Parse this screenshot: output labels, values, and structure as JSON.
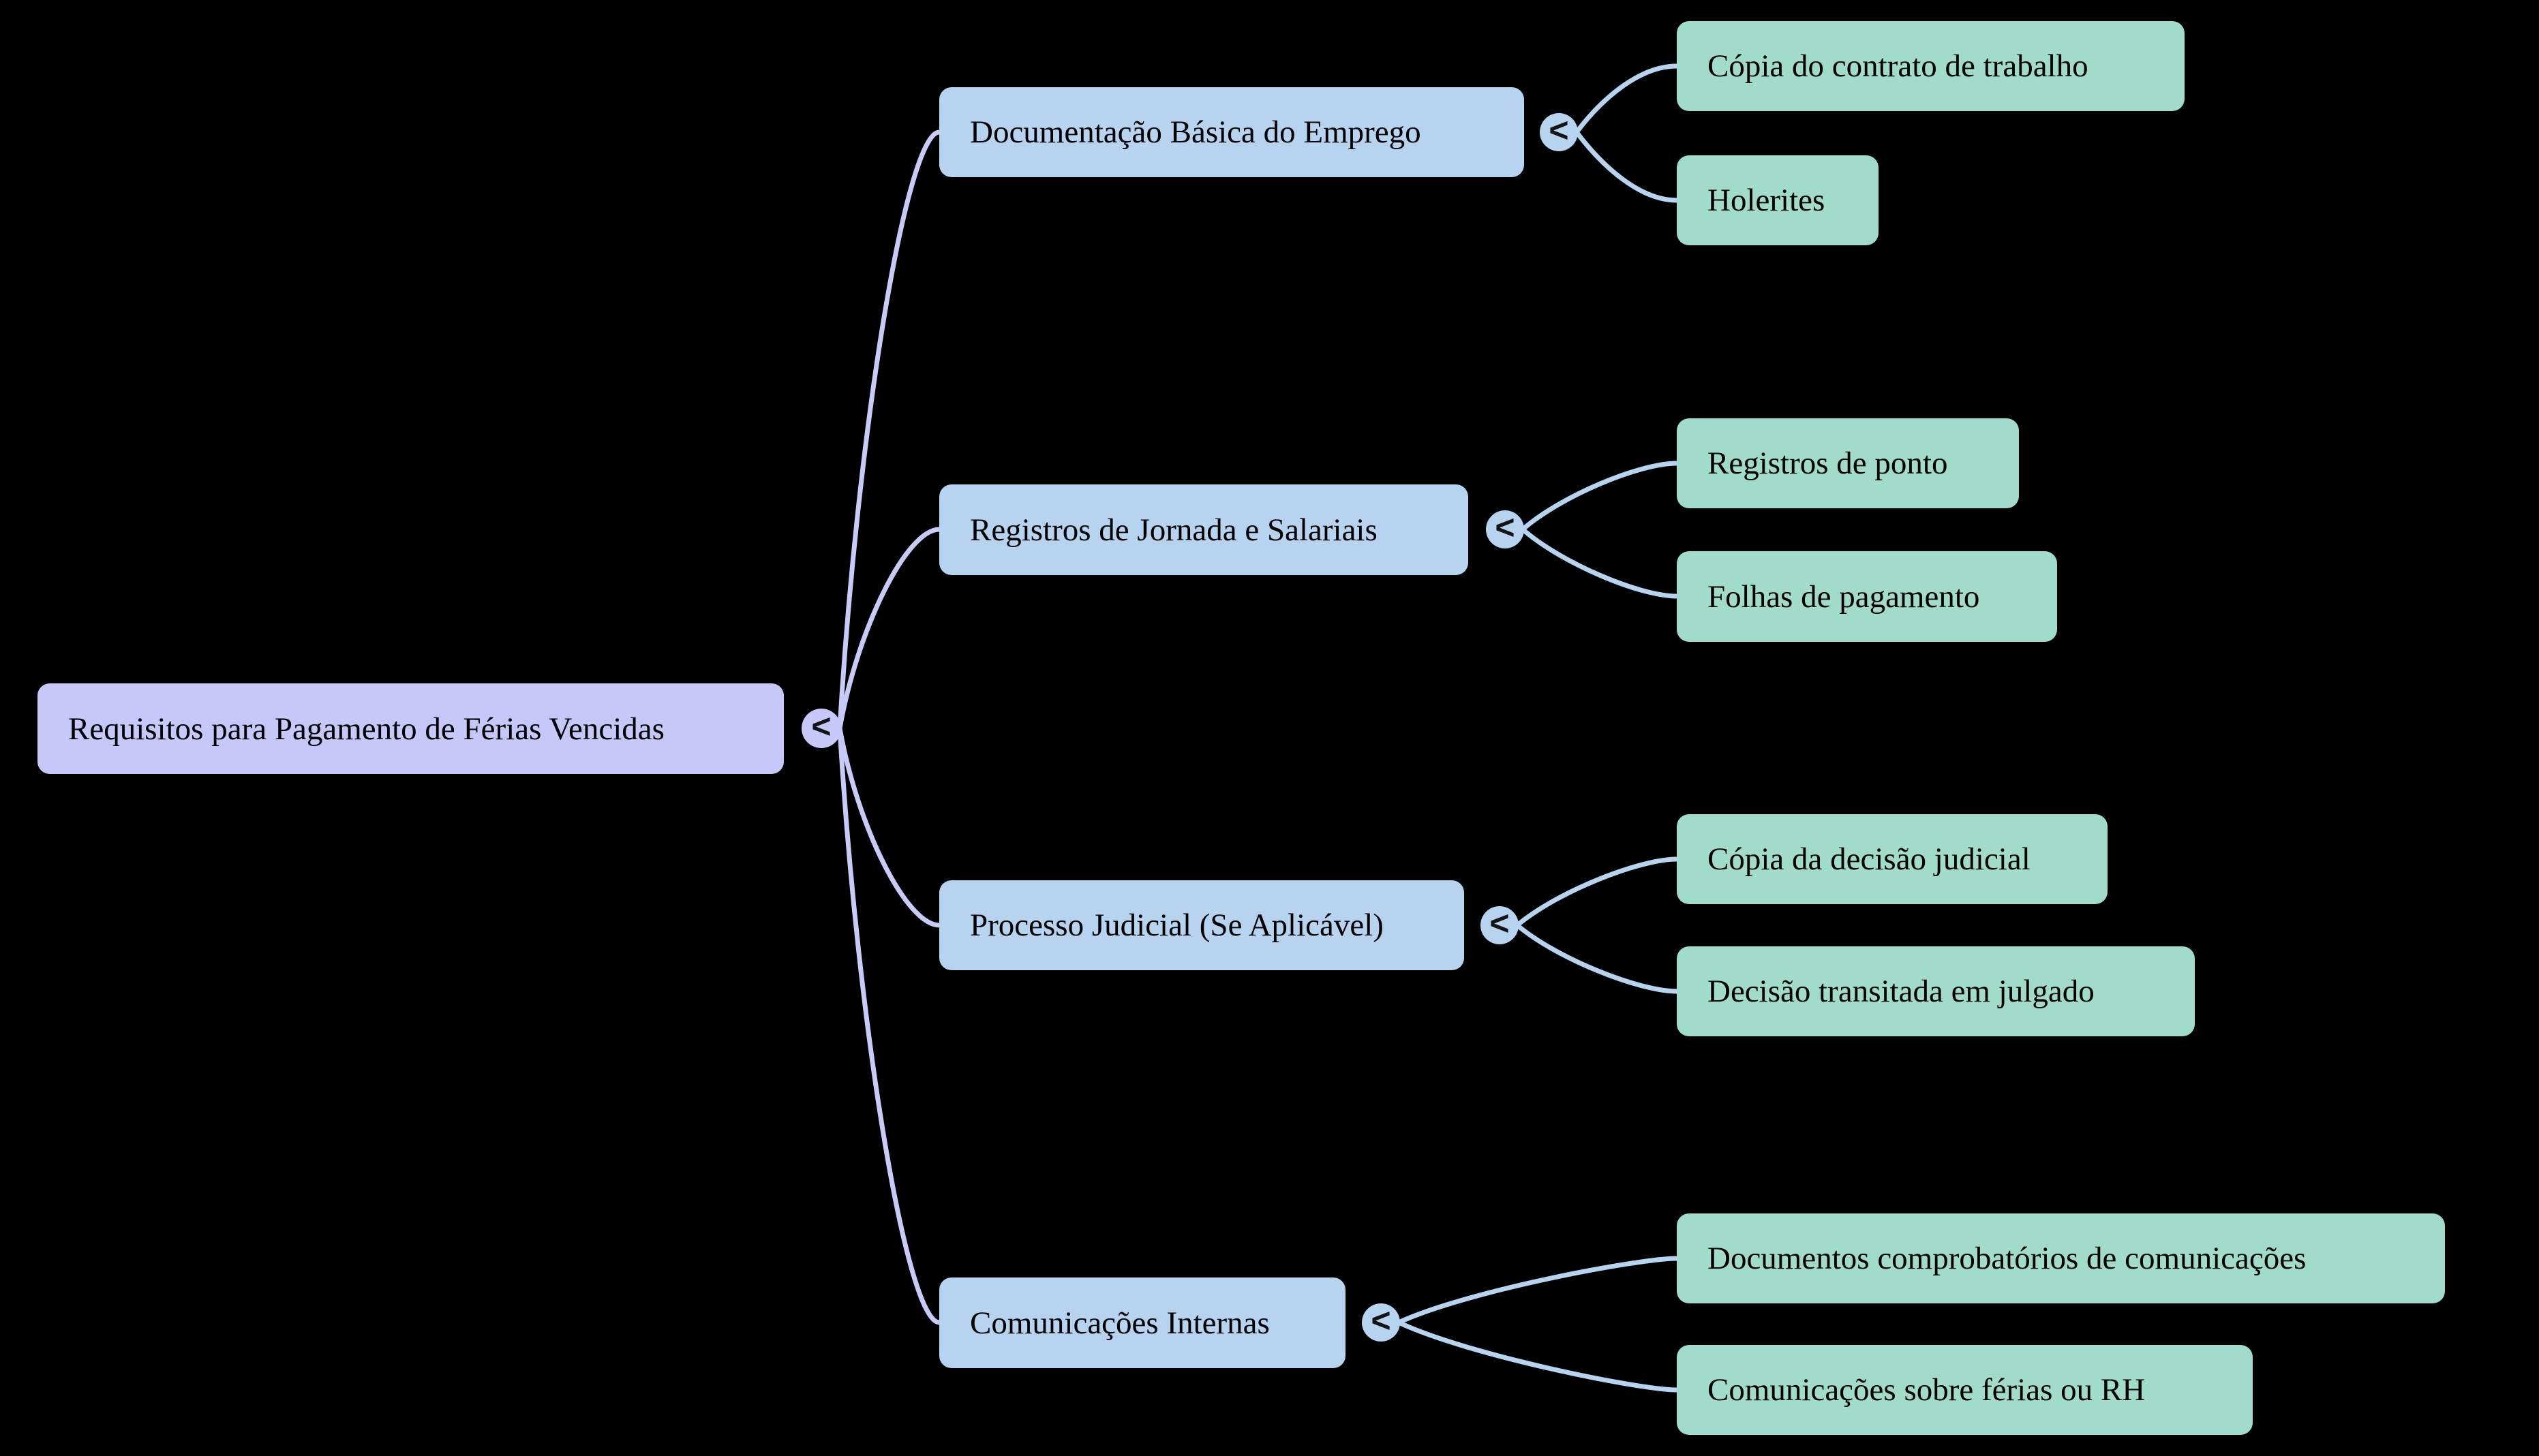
{
  "mindmap": {
    "toggle_glyph": "<",
    "colors": {
      "background": "#000000",
      "root_fill": "#c6c8f9",
      "branch_fill": "#b6d3ef",
      "leaf_fill": "#a1dbcc",
      "root_link": "#c7cbf7",
      "branch_link": "#b6d3ef",
      "text": "#000000",
      "chevron": "#141414"
    },
    "root": {
      "label": "Requisitos para Pagamento de Férias Vencidas"
    },
    "branches": [
      {
        "label": "Documentação Básica do Emprego",
        "children": [
          {
            "label": "Cópia do contrato de trabalho"
          },
          {
            "label": "Holerites"
          }
        ]
      },
      {
        "label": "Registros de Jornada e Salariais",
        "children": [
          {
            "label": "Registros de ponto"
          },
          {
            "label": "Folhas de pagamento"
          }
        ]
      },
      {
        "label": "Processo Judicial (Se Aplicável)",
        "children": [
          {
            "label": "Cópia da decisão judicial"
          },
          {
            "label": "Decisão transitada em julgado"
          }
        ]
      },
      {
        "label": "Comunicações Internas",
        "children": [
          {
            "label": "Documentos comprobatórios de comunicações"
          },
          {
            "label": "Comunicações sobre férias ou RH"
          }
        ]
      }
    ]
  }
}
